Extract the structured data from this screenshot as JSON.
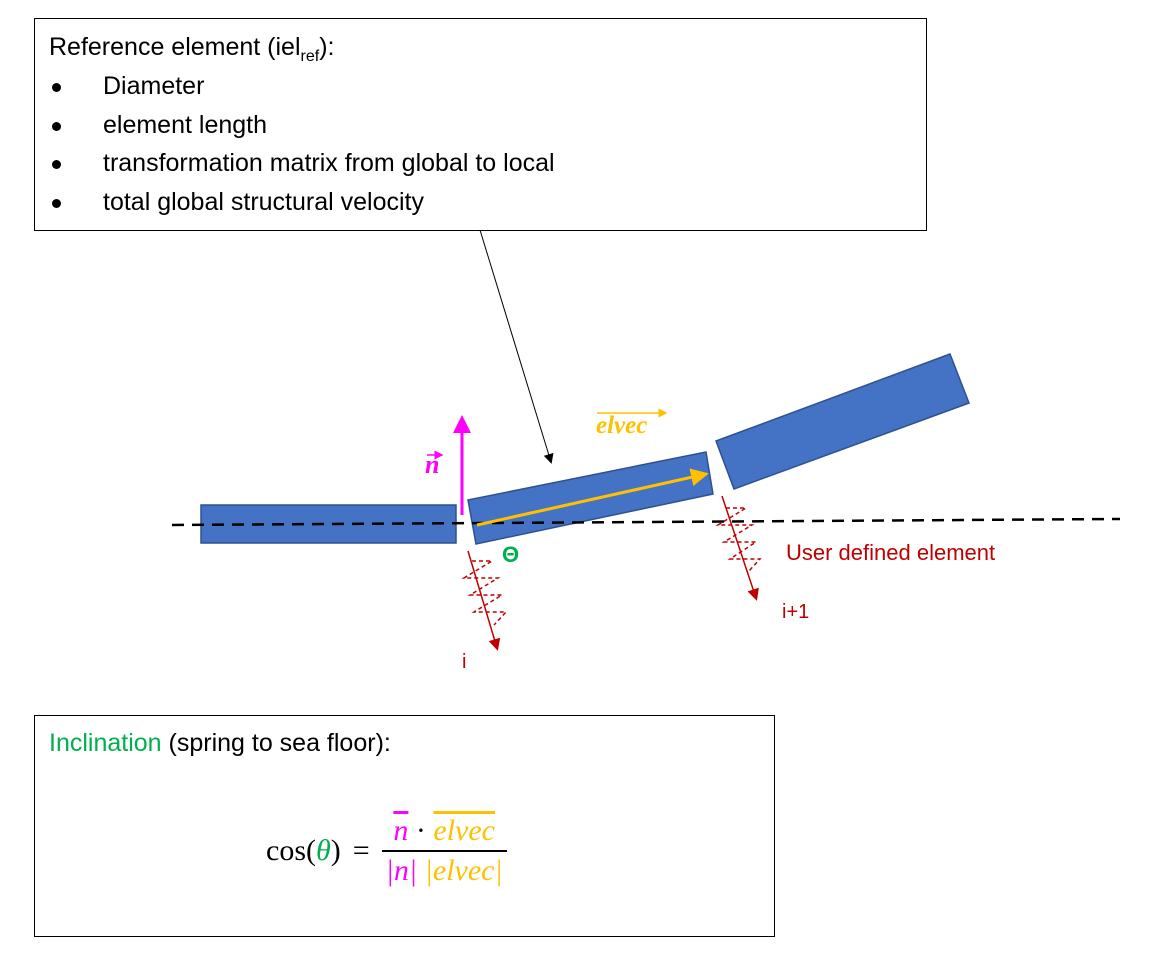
{
  "reference_box": {
    "title_main": "Reference element (iel",
    "title_sub": "ref",
    "title_end": "):",
    "bullets": [
      "Diameter",
      "element length",
      "transformation matrix from global to local",
      "total global structural velocity"
    ]
  },
  "labels": {
    "n_vector": "n",
    "elvec": "elvec",
    "theta": "Θ",
    "user_defined": "User defined element",
    "node_i": "i",
    "node_i1": "i+1"
  },
  "inclination_box": {
    "title_colored": "Inclination",
    "title_rest": " (spring to sea floor):",
    "formula": {
      "lhs_cos": "cos(",
      "lhs_theta": "θ",
      "lhs_close": ")",
      "equals": "=",
      "num_n": "n",
      "dot": "·",
      "num_elvec": "elvec",
      "den_n": "|n|",
      "den_elvec": "|elvec|"
    }
  },
  "colors": {
    "element_fill": "#4472c4",
    "element_stroke": "#2f528f",
    "normal": "#ff00ff",
    "elvec": "#ffc000",
    "theta": "#00b050",
    "spring": "#c00000"
  }
}
